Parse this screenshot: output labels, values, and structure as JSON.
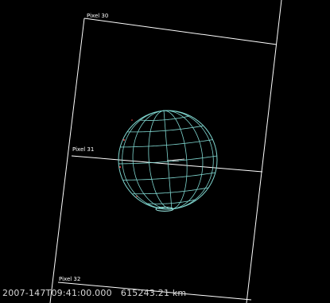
{
  "pixel_labels": [
    "Pixel 30",
    "Pixel 31",
    "Pixel 32"
  ],
  "globe_tiny_label": "Rhea",
  "status": {
    "timestamp": "2007-147T09:41:00.000",
    "range": "615243.21 km"
  },
  "colors": {
    "background": "#000000",
    "footprint": "#ffffff",
    "grid": "#7fd6cf",
    "limb_marks": "#ff4a4a"
  }
}
